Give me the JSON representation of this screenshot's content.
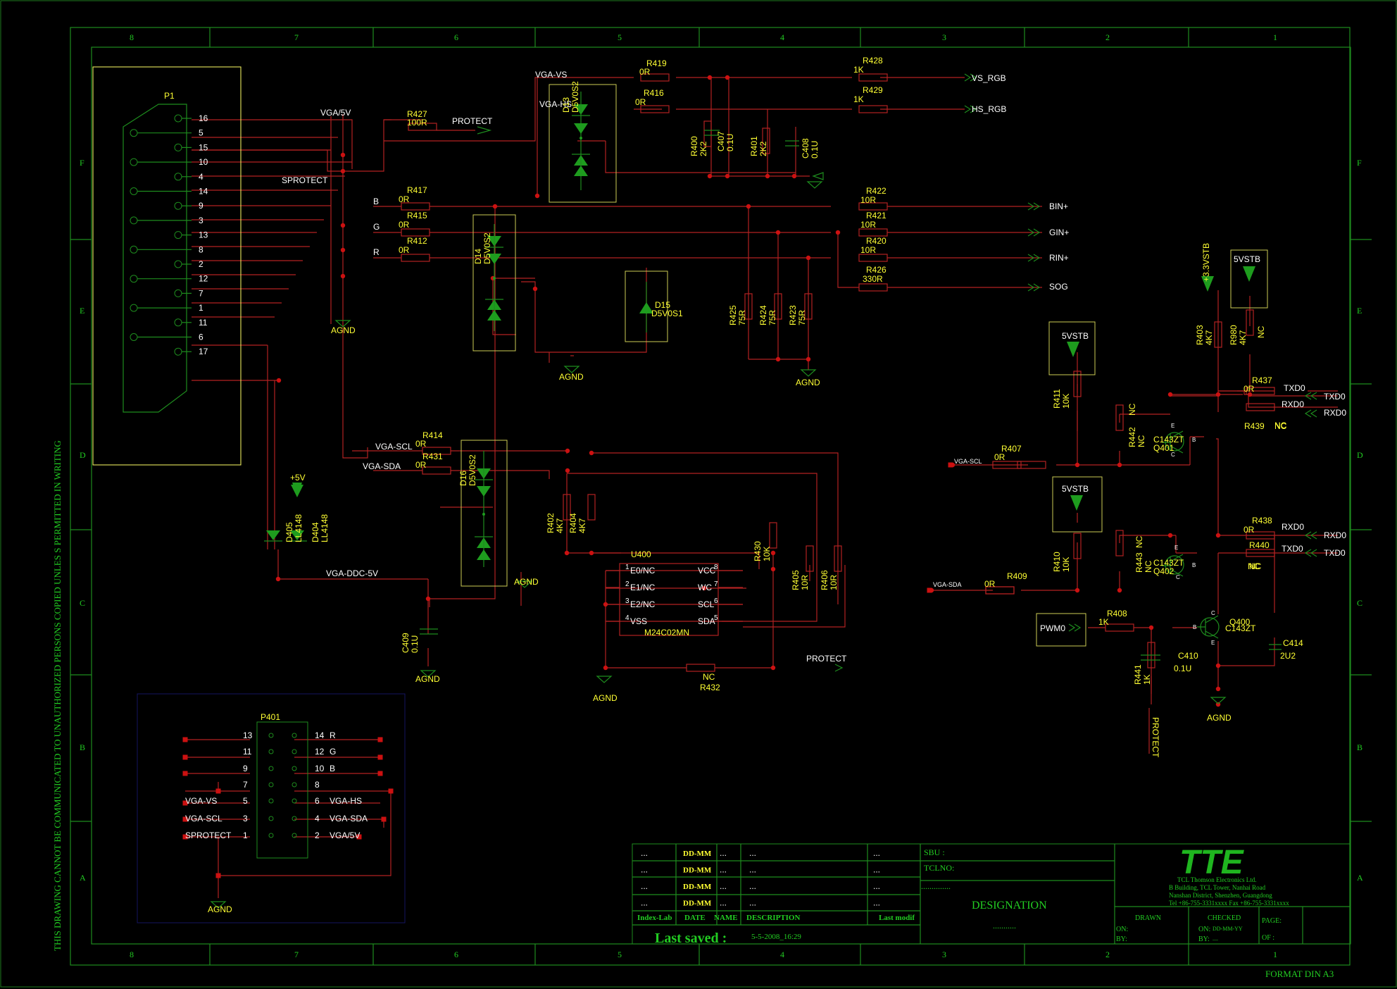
{
  "sheet": {
    "columns": [
      "8",
      "7",
      "6",
      "5",
      "4",
      "3",
      "2",
      "1"
    ],
    "rows": [
      "F",
      "E",
      "D",
      "C",
      "B",
      "A"
    ],
    "side_text": "THIS DRAWING CANNOT BE COMMUNICATED TO UNAUTHORIZED PERSONS COPIED UNLES S PERMITTED IN WRITING",
    "format": "FORMAT DIN A3"
  },
  "connector_p1": {
    "ref": "P1",
    "pins": [
      "16",
      "5",
      "15",
      "10",
      "4",
      "14",
      "9",
      "3",
      "13",
      "8",
      "2",
      "12",
      "7",
      "1",
      "11",
      "6",
      "17"
    ]
  },
  "net_labels": {
    "vga_5v": "VGA/5V",
    "sprotect": "SPROTECT",
    "b": "B",
    "g": "G",
    "r": "R",
    "agnd": "AGND",
    "vga_vs": "VGA-VS",
    "vga_hs": "VGA-HS",
    "protect": "PROTECT",
    "vs_rgb": "VS_RGB",
    "hs_rgb": "HS_RGB",
    "bin": "BIN+",
    "gin": "GIN+",
    "rin": "RIN+",
    "sog": "SOG",
    "vga_scl": "VGA-SCL",
    "vga_sda": "VGA-SDA",
    "vga_ddc_5v": "VGA-DDC-5V",
    "plus5v": "+5V",
    "v33stb": "+3.3VSTB",
    "v5stb": "5VSTB",
    "txd0": "TXD0",
    "rxd0": "RXD0",
    "pwm0": "PWM0",
    "nc": "NC"
  },
  "components": {
    "r427": {
      "ref": "R427",
      "val": "100R"
    },
    "r419": {
      "ref": "R419",
      "val": "0R"
    },
    "r416": {
      "ref": "R416",
      "val": "0R"
    },
    "r428": {
      "ref": "R428",
      "val": "1K"
    },
    "r429": {
      "ref": "R429",
      "val": "1K"
    },
    "r400": {
      "ref": "R400",
      "val": "2K2"
    },
    "c407": {
      "ref": "C407",
      "val": "0.1U"
    },
    "r401": {
      "ref": "R401",
      "val": "2K2"
    },
    "c408": {
      "ref": "C408",
      "val": "0.1U"
    },
    "r417": {
      "ref": "R417",
      "val": "0R"
    },
    "r415": {
      "ref": "R415",
      "val": "0R"
    },
    "r412": {
      "ref": "R412",
      "val": "0R"
    },
    "r422": {
      "ref": "R422",
      "val": "10R"
    },
    "r421": {
      "ref": "R421",
      "val": "10R"
    },
    "r420": {
      "ref": "R420",
      "val": "10R"
    },
    "r426": {
      "ref": "R426",
      "val": "330R"
    },
    "r425": {
      "ref": "R425",
      "val": "75R"
    },
    "r424": {
      "ref": "R424",
      "val": "75R"
    },
    "r423": {
      "ref": "R423",
      "val": "75R"
    },
    "d13": {
      "ref": "D13",
      "val": "D5V0S2"
    },
    "d14": {
      "ref": "D14",
      "val": "D5V0S2"
    },
    "d15": {
      "ref": "D15",
      "val": "D5V0S1"
    },
    "d16": {
      "ref": "D16",
      "val": "D5V0S2"
    },
    "r414": {
      "ref": "R414",
      "val": "0R"
    },
    "r431": {
      "ref": "R431",
      "val": "0R"
    },
    "r402": {
      "ref": "R402",
      "val": "4K7"
    },
    "r404": {
      "ref": "R404",
      "val": "4K7"
    },
    "r430": {
      "ref": "R430",
      "val": "10K"
    },
    "r405": {
      "ref": "R405",
      "val": "10R"
    },
    "r406": {
      "ref": "R406",
      "val": "10R"
    },
    "r432": {
      "ref": "R432",
      "val": "NC"
    },
    "c409": {
      "ref": "C409",
      "val": "0.1U"
    },
    "d404": {
      "ref": "D404",
      "val": "LL4148"
    },
    "d405": {
      "ref": "D405",
      "val": "LL4148"
    },
    "r403": {
      "ref": "R403",
      "val": "4K7"
    },
    "r980": {
      "ref": "R980",
      "val": "4K7"
    },
    "r437": {
      "ref": "R437",
      "val": "0R"
    },
    "r439": {
      "ref": "R439",
      "val": "NC"
    },
    "r411": {
      "ref": "R411",
      "val": "10K"
    },
    "r442": {
      "ref": "R442",
      "val": "NC"
    },
    "q401": {
      "ref": "Q401",
      "val": "C143ZT"
    },
    "r407": {
      "ref": "R407",
      "val": "0R"
    },
    "r410": {
      "ref": "R410",
      "val": "10K"
    },
    "r443": {
      "ref": "R443",
      "val": "NC"
    },
    "q402": {
      "ref": "Q402",
      "val": "C143ZT"
    },
    "r438": {
      "ref": "R438",
      "val": "0R"
    },
    "r440": {
      "ref": "R440",
      "val": "NC"
    },
    "r409": {
      "ref": "R409",
      "val": "0R"
    },
    "r408": {
      "ref": "R408",
      "val": "1K"
    },
    "q400": {
      "ref": "Q400",
      "val": "C143ZT"
    },
    "c410": {
      "ref": "C410",
      "val": "0.1U"
    },
    "r441": {
      "ref": "R441",
      "val": "1K"
    },
    "c414": {
      "ref": "C414",
      "val": "2U2"
    }
  },
  "u400": {
    "ref": "U400",
    "part": "M24C02MN",
    "left_pins": [
      {
        "n": "1",
        "name": "E0/NC"
      },
      {
        "n": "2",
        "name": "E1/NC"
      },
      {
        "n": "3",
        "name": "E2/NC"
      },
      {
        "n": "4",
        "name": "VSS"
      }
    ],
    "right_pins": [
      {
        "n": "8",
        "name": "VCC"
      },
      {
        "n": "7",
        "name": "WC"
      },
      {
        "n": "6",
        "name": "SCL"
      },
      {
        "n": "5",
        "name": "SDA"
      }
    ]
  },
  "p401": {
    "ref": "P401",
    "rows": [
      {
        "l": "",
        "ln": "13",
        "rn": "14",
        "r": "R"
      },
      {
        "l": "",
        "ln": "11",
        "rn": "12",
        "r": "G"
      },
      {
        "l": "",
        "ln": "9",
        "rn": "10",
        "r": "B"
      },
      {
        "l": "",
        "ln": "7",
        "rn": "8",
        "r": ""
      },
      {
        "l": "VGA-VS",
        "ln": "5",
        "rn": "6",
        "r": "VGA-HS"
      },
      {
        "l": "VGA-SCL",
        "ln": "3",
        "rn": "4",
        "r": "VGA-SDA"
      },
      {
        "l": "SPROTECT",
        "ln": "1",
        "rn": "2",
        "r": "VGA/5V"
      }
    ]
  },
  "title_block": {
    "rev_rows": [
      {
        "a": "...",
        "b": "DD-MM",
        "c": "...",
        "d": "...",
        "e": "..."
      },
      {
        "a": "...",
        "b": "DD-MM",
        "c": "...",
        "d": "...",
        "e": "..."
      },
      {
        "a": "...",
        "b": "DD-MM",
        "c": "...",
        "d": "...",
        "e": "..."
      },
      {
        "a": "...",
        "b": "DD-MM",
        "c": "...",
        "d": "...",
        "e": "..."
      }
    ],
    "hdr_index": "Index-Lab",
    "hdr_date": "DATE",
    "hdr_name": "NAME",
    "hdr_desc": "DESCRIPTION",
    "hdr_last": "Last modif",
    "last_saved_label": "Last saved :",
    "last_saved_value": "5-5-2008_16:29",
    "sbu": "SBU :",
    "tclno": "TCLNO:",
    "dots": "..............",
    "designation": "DESIGNATION",
    "designation_dots": "...........",
    "logo": "TTE",
    "company": [
      "TCL Thomson Electronics Ltd.",
      "B Building, TCL Tower, Nanhai Road",
      "Nanshan District, Shenzhen, Guangdong",
      "Tel +86-755-3331xxxx    Fax +86-755-3331xxxx"
    ],
    "drawn": "DRAWN",
    "checked": "CHECKED",
    "page": "PAGE:",
    "on": "ON:",
    "by": "BY:",
    "checked_on": "DD-MM-YY",
    "checked_by": "....",
    "of": "OF :"
  }
}
